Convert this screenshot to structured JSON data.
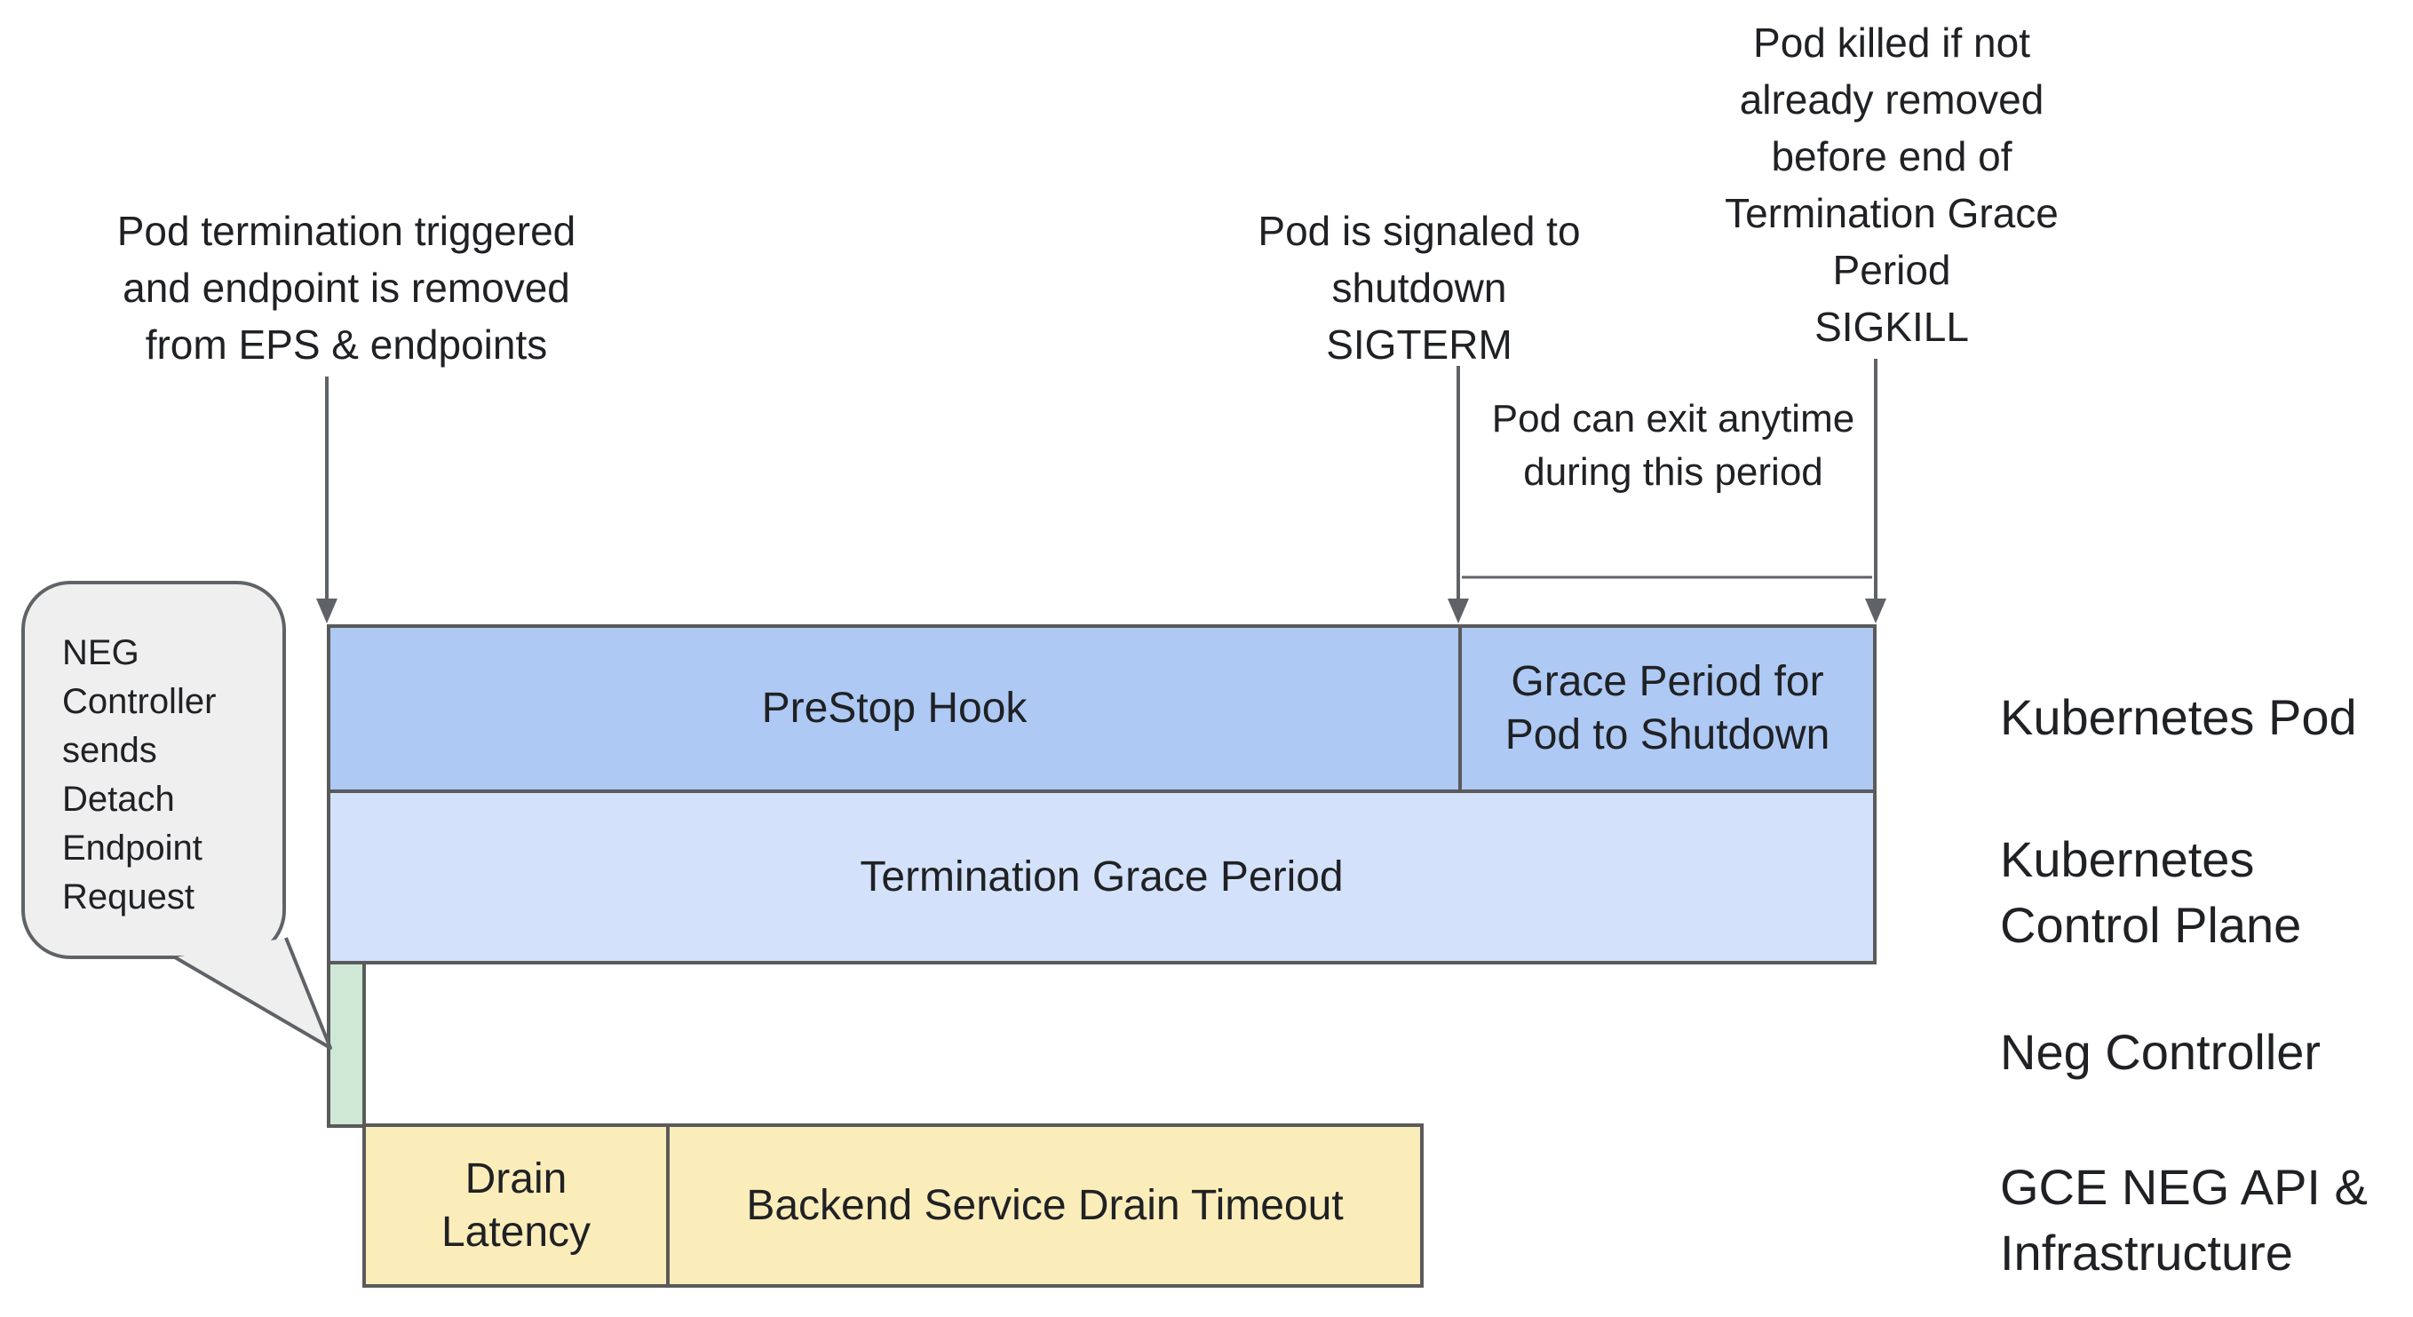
{
  "colors": {
    "bar_blue": "#adc9f4",
    "bar_light_blue": "#d3e2fa",
    "bar_green": "#cfe8d5",
    "bar_yellow": "#fbedba",
    "bubble_fill": "#efefef",
    "line_gray": "#5f6368",
    "border_gray": "#5a5a5a"
  },
  "annotations": {
    "termination_triggered": "Pod termination triggered\nand endpoint is removed\nfrom EPS & endpoints",
    "sigterm": "Pod is signaled to\nshutdown\nSIGTERM",
    "sigkill": "Pod killed if not\nalready removed\nbefore end of\nTermination Grace\nPeriod\nSIGKILL",
    "pod_can_exit": "Pod can exit anytime\nduring this period"
  },
  "callout": {
    "text": "NEG\nController\nsends\nDetach\nEndpoint\nRequest"
  },
  "bars": {
    "prestop_hook": "PreStop Hook",
    "grace_period": "Grace Period for\nPod to Shutdown",
    "termination_grace_period": "Termination Grace Period",
    "drain_latency": "Drain\nLatency",
    "backend_drain_timeout": "Backend Service Drain Timeout"
  },
  "lanes": {
    "kubernetes_pod": "Kubernetes Pod",
    "kubernetes_control_plane": "Kubernetes\nControl Plane",
    "neg_controller": "Neg Controller",
    "gce_neg_api": "GCE NEG API &\nInfrastructure"
  }
}
